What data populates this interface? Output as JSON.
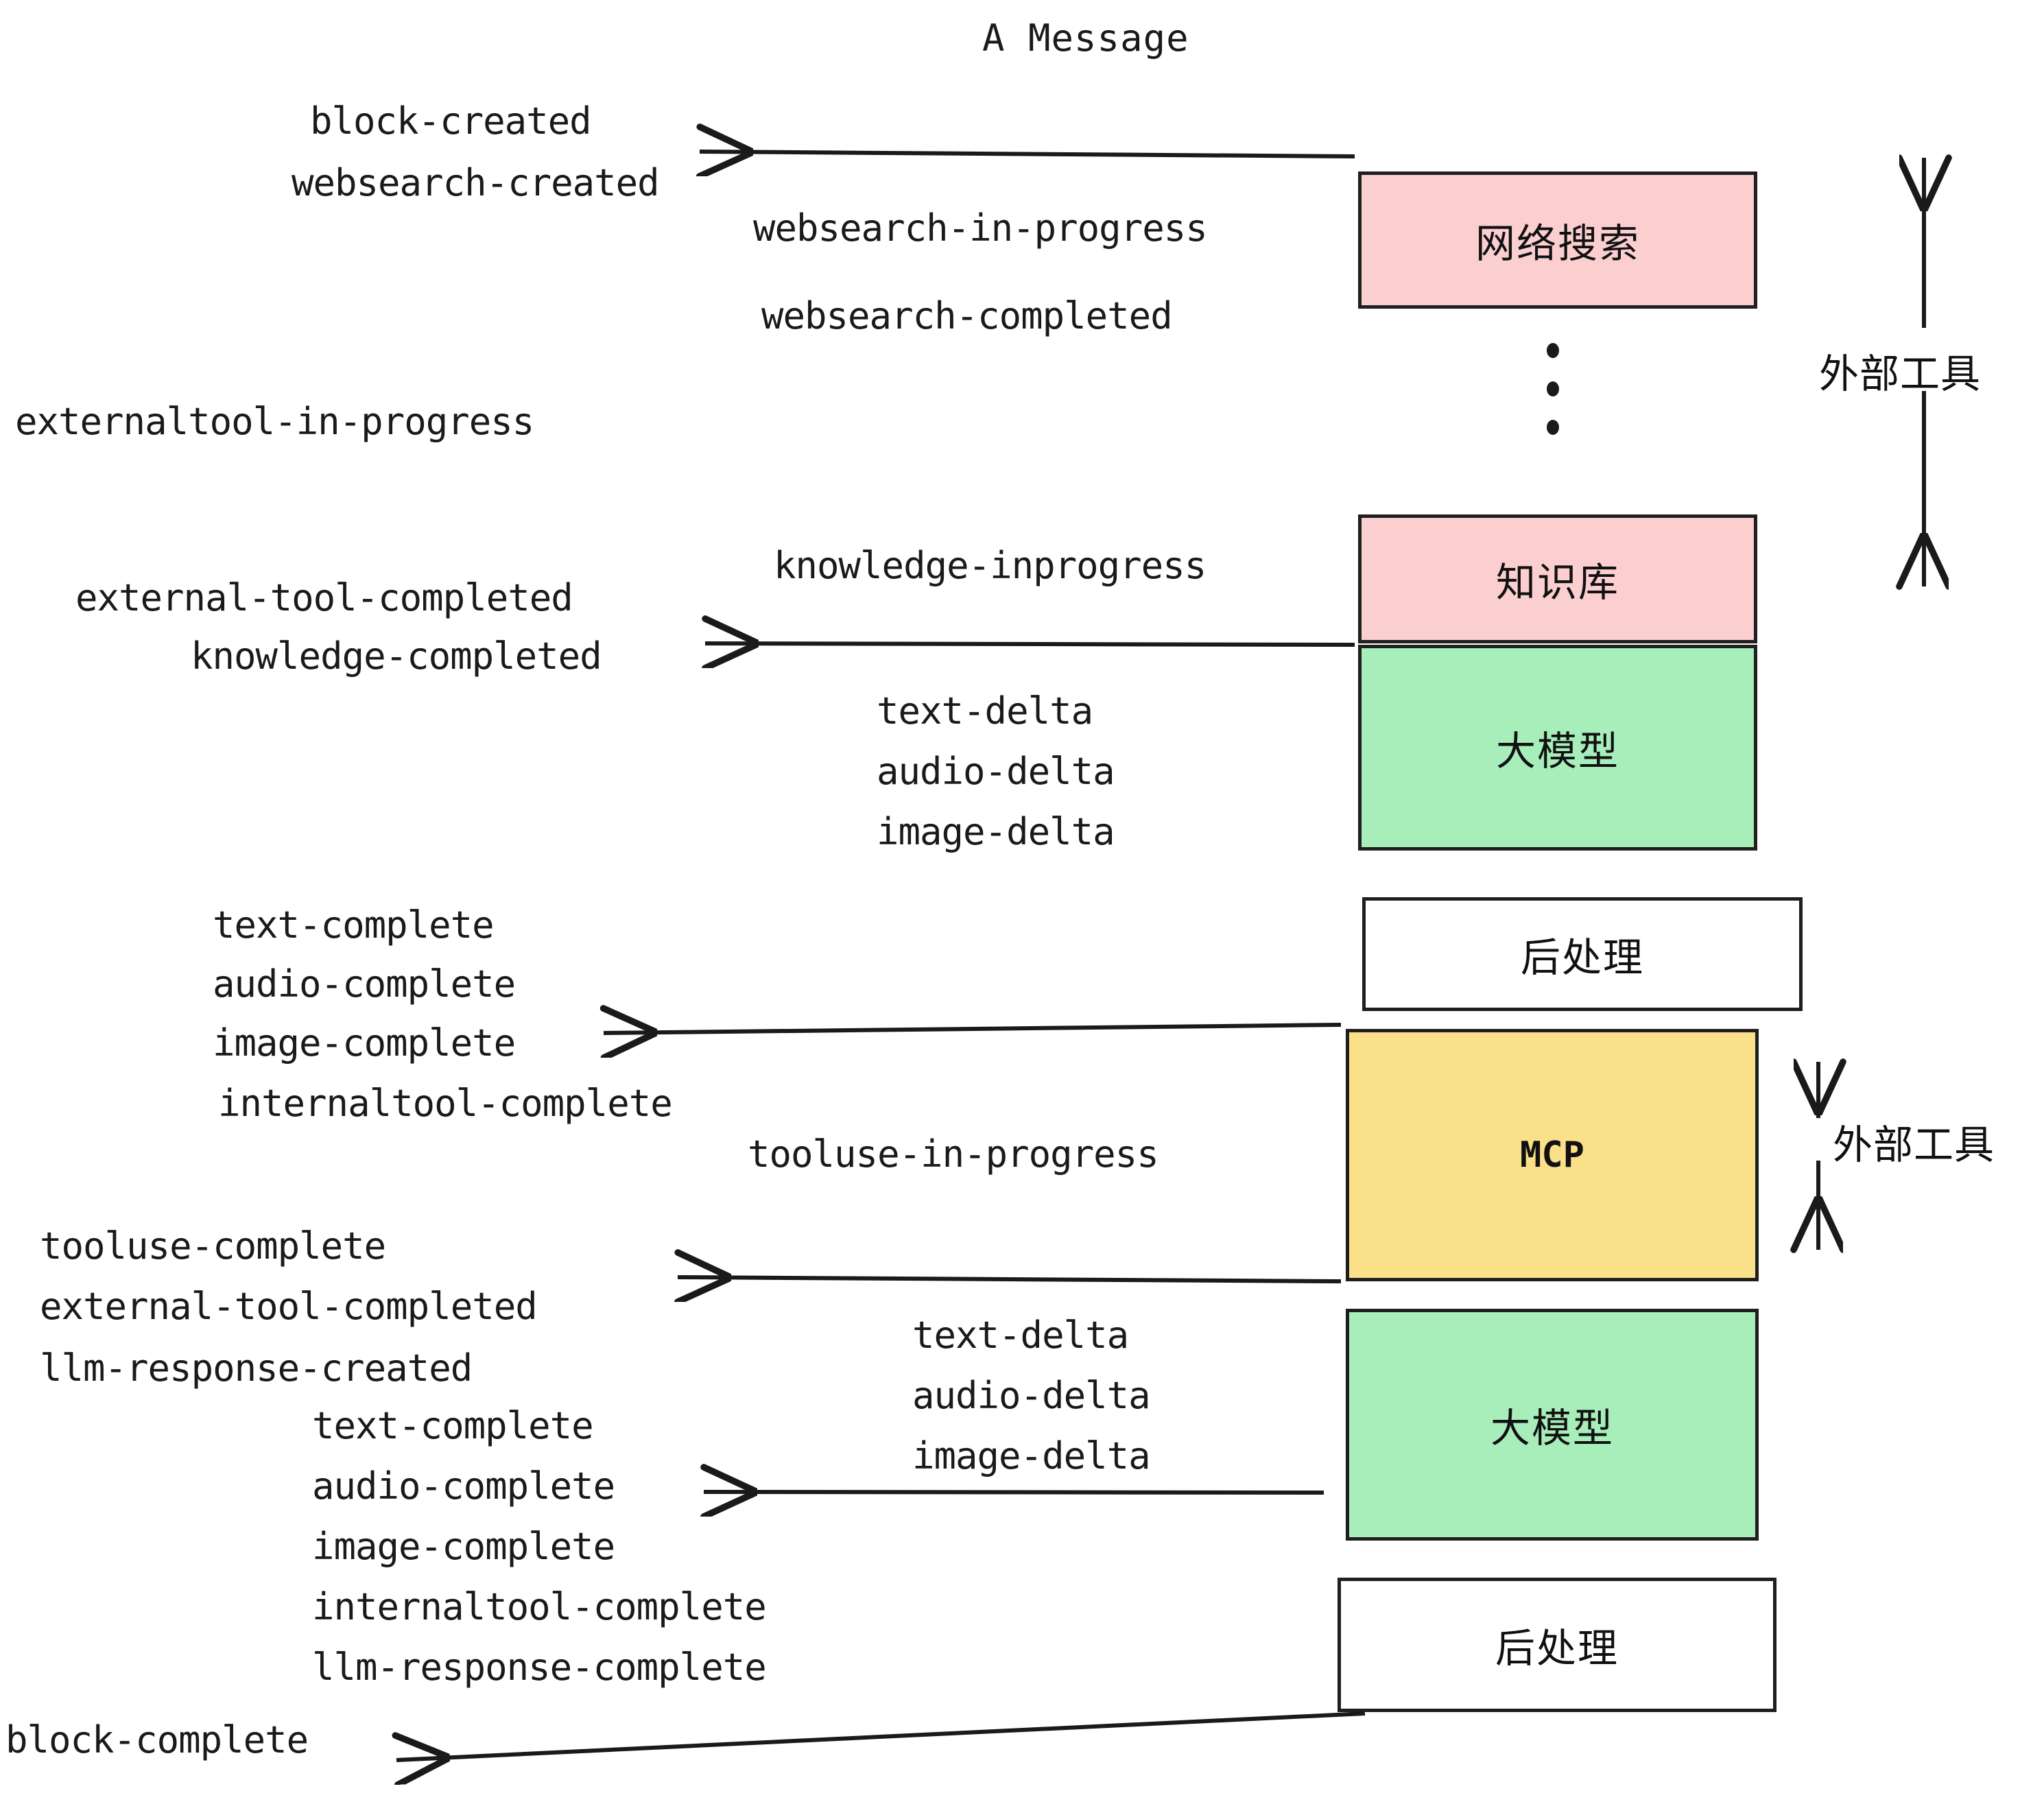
{
  "title": "A Message",
  "colors": {
    "pink": "#fbcfd0",
    "green": "#a8eeba",
    "yellow": "#fbe08a",
    "white": "#ffffff",
    "stroke": "#1f1f1f",
    "text": "#1a1a1a"
  },
  "nodes": [
    {
      "id": "websearch",
      "label": "网络搜索",
      "fill": "pink"
    },
    {
      "id": "knowledge",
      "label": "知识库",
      "fill": "pink"
    },
    {
      "id": "llm1",
      "label": "大模型",
      "fill": "green"
    },
    {
      "id": "post1",
      "label": "后处理",
      "fill": "white"
    },
    {
      "id": "mcp",
      "label": "MCP",
      "fill": "yellow"
    },
    {
      "id": "llm2",
      "label": "大模型",
      "fill": "green"
    },
    {
      "id": "post2",
      "label": "后处理",
      "fill": "white"
    }
  ],
  "side_labels": [
    {
      "id": "external-tool-top",
      "label": "外部工具"
    },
    {
      "id": "external-tool-bottom",
      "label": "外部工具"
    }
  ],
  "events": [
    {
      "id": "e01",
      "text": "block-created"
    },
    {
      "id": "e02",
      "text": "websearch-created"
    },
    {
      "id": "e03",
      "text": "websearch-in-progress"
    },
    {
      "id": "e04",
      "text": "websearch-completed"
    },
    {
      "id": "e05",
      "text": "externaltool-in-progress"
    },
    {
      "id": "e06",
      "text": "knowledge-inprogress"
    },
    {
      "id": "e07",
      "text": "external-tool-completed"
    },
    {
      "id": "e08",
      "text": "knowledge-completed"
    },
    {
      "id": "e09",
      "text": "text-delta"
    },
    {
      "id": "e10",
      "text": "audio-delta"
    },
    {
      "id": "e11",
      "text": "image-delta"
    },
    {
      "id": "e12",
      "text": "text-complete"
    },
    {
      "id": "e13",
      "text": "audio-complete"
    },
    {
      "id": "e14",
      "text": "image-complete"
    },
    {
      "id": "e15",
      "text": "internaltool-complete"
    },
    {
      "id": "e16",
      "text": "tooluse-in-progress"
    },
    {
      "id": "e17",
      "text": "tooluse-complete"
    },
    {
      "id": "e18",
      "text": "external-tool-completed"
    },
    {
      "id": "e19",
      "text": "llm-response-created"
    },
    {
      "id": "e20",
      "text": "text-delta"
    },
    {
      "id": "e21",
      "text": "audio-delta"
    },
    {
      "id": "e22",
      "text": "image-delta"
    },
    {
      "id": "e23",
      "text": "text-complete"
    },
    {
      "id": "e24",
      "text": "audio-complete"
    },
    {
      "id": "e25",
      "text": "image-complete"
    },
    {
      "id": "e26",
      "text": "internaltool-complete"
    },
    {
      "id": "e27",
      "text": "llm-response-complete"
    },
    {
      "id": "e28",
      "text": "block-complete"
    }
  ]
}
